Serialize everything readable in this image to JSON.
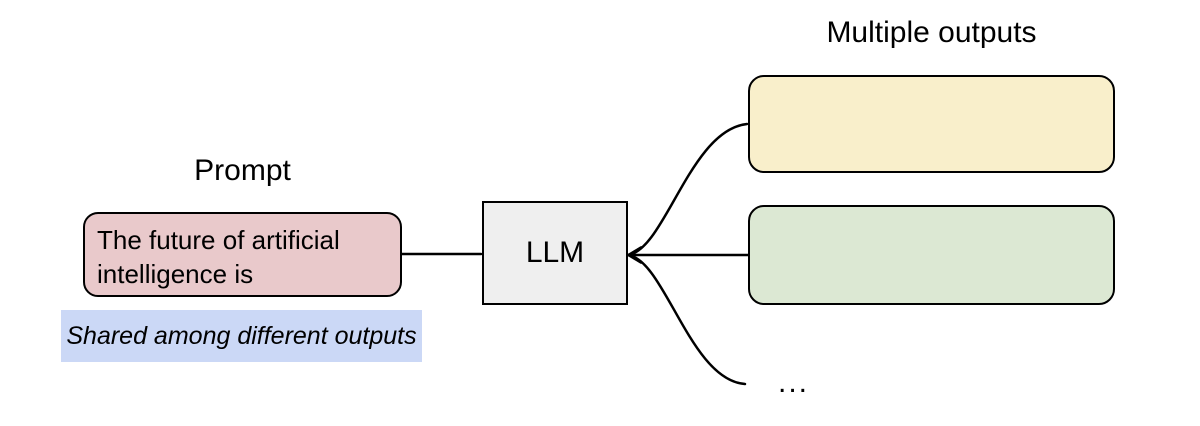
{
  "diagram": {
    "prompt": {
      "label": "Prompt",
      "box_text": "The future of artificial intelligence is",
      "note": "Shared among different outputs"
    },
    "model": {
      "label": "LLM"
    },
    "outputs": {
      "label": "Multiple outputs",
      "ellipsis": "..."
    },
    "colors": {
      "prompt_fill": "#e9c9cb",
      "note_fill": "#cbd8f6",
      "llm_fill": "#efefef",
      "output1_fill": "#f9efcb",
      "output2_fill": "#dce8d3",
      "stroke": "#000000",
      "background": "#ffffff"
    }
  }
}
